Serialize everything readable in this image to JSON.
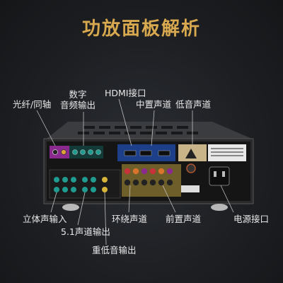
{
  "title": "功放面板解析",
  "labels": {
    "optical_coaxial": "光纤/同轴",
    "digital_audio_out": [
      "数字",
      "音频输出"
    ],
    "hdmi": "HDMI接口",
    "center_channel": "中置声道",
    "subwoofer_channel": "低音声道",
    "stereo_in": "立体声输入",
    "surround_channel": "环绕声道",
    "front_channel": "前置声道",
    "power_port": "电源接口",
    "ch51_out": "5.1声道输出",
    "sub_out": "重低音输出"
  },
  "colors": {
    "title": "#d9a94f",
    "label": "#e9e9e9",
    "chassis": "#2a2a2c",
    "panel": "#151515",
    "blue_panel": "#1d3f8a",
    "green_jack": "#1f9b8f",
    "purple_jack": "#8b2a8e",
    "red_jack": "#c8323a",
    "orange_jack": "#d8742b",
    "yellow_jack": "#d7b53a"
  }
}
